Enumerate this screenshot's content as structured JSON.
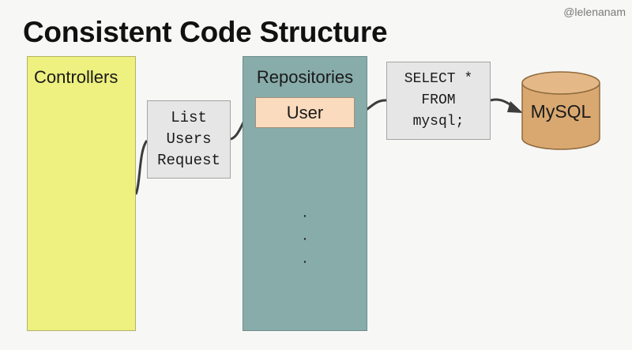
{
  "header": {
    "handle": "@lelenanam",
    "title": "Consistent Code Structure"
  },
  "diagram": {
    "controllers_label": "Controllers",
    "request_label": "List\nUsers\nRequest",
    "repositories_label": "Repositories",
    "user_label": "User",
    "ellipsis": "·\n·\n·",
    "query_label": "SELECT *\nFROM\nmysql;",
    "database_label": "MySQL",
    "colors": {
      "controllers": "#eef07f",
      "repositories": "#87acaa",
      "user": "#fadbbd",
      "code_box": "#e6e6e6",
      "database": "#d9a870",
      "connector": "#3c3c3c"
    }
  }
}
